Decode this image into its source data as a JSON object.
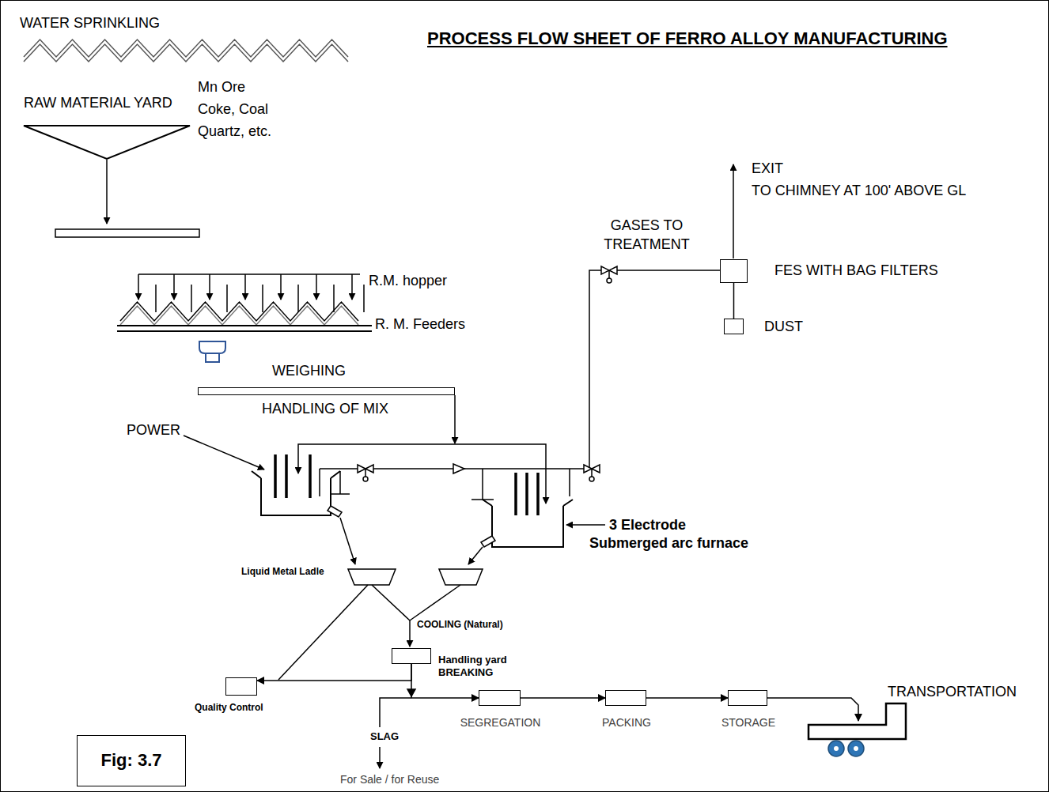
{
  "diagram": {
    "title": "PROCESS FLOW SHEET OF FERRO ALLOY MANUFACTURING",
    "nodes": [
      {
        "text": [
          "RAW MATERIAL YARD",
          "Mn Ore Coke, Coal Quartz, etc."
        ]
      },
      {
        "text": [
          "FES WITH BAG FILTERS"
        ]
      },
      {
        "text": [
          "R.M. hopper",
          "R. M. Feeders"
        ]
      },
      {
        "text": [
          "DUST"
        ]
      },
      {
        "text": [
          "WEIGHING",
          "HANDLING OF MIX"
        ]
      },
      {
        "text": [
          "Handling yard BREAKING"
        ]
      },
      {
        "text": [
          "Quality Control"
        ]
      },
      {
        "text": [
          "SEGREGATION"
        ]
      },
      {
        "text": [
          "PACKING"
        ]
      },
      {
        "text": [
          "STORAGE"
        ]
      },
      {
        "text": [
          "TRANSPORTATION"
        ]
      },
      {
        "text": [
          "Fig: 3.7"
        ]
      }
    ],
    "edges": [
      {
        "from": 7,
        "to": 8,
        "arrow": "to"
      },
      {
        "from": 8,
        "to": 9,
        "arrow": "to"
      },
      {
        "from": 9,
        "to": 10,
        "arrow": "to"
      },
      {
        "from": 1,
        "to": 3,
        "arrow": "none"
      },
      {
        "from": 5,
        "to": 6,
        "arrow": "to"
      },
      {
        "from": 5,
        "to": 7,
        "arrow": "to"
      }
    ],
    "labels": [
      "WATER SPRINKLING",
      "GASES TO TREATMENT",
      "EXIT",
      "TO CHIMNEY AT 100' ABOVE GL",
      "POWER",
      "3 Electrode Submerged arc furnace",
      "Liquid Metal Ladle",
      "COOLING (Natural)",
      "SLAG",
      "For Sale / for Reuse"
    ]
  }
}
